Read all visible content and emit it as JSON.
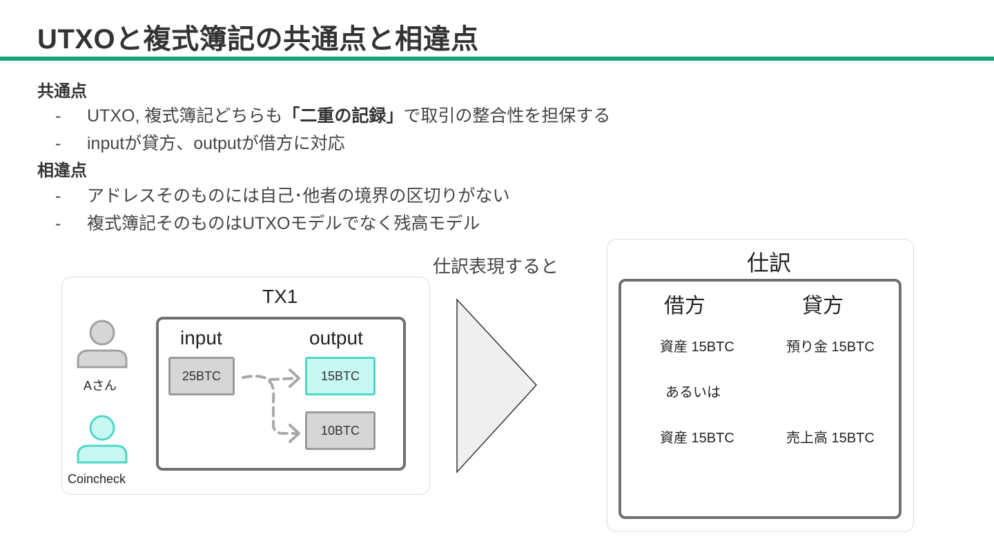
{
  "title": "UTXOと複式簿記の共通点と相違点",
  "sections": {
    "common": {
      "heading": "共通点",
      "items": [
        {
          "before": "UTXO, 複式簿記どちらも",
          "bold": "「二重の記録」",
          "after": "で取引の整合性を担保する"
        },
        {
          "before": "inputが貸方、outputが借方に対応",
          "bold": "",
          "after": ""
        }
      ]
    },
    "differences": {
      "heading": "相違点",
      "items": [
        {
          "before": "アドレスそのものには自己･他者の境界の区切りがない",
          "bold": "",
          "after": ""
        },
        {
          "before": "複式簿記そのものはUTXOモデルでなく残高モデル",
          "bold": "",
          "after": ""
        }
      ]
    }
  },
  "bullet_dash": "-",
  "diagram": {
    "tx_title": "TX1",
    "input_label": "input",
    "output_label": "output",
    "input_value": "25BTC",
    "outputs": [
      "15BTC",
      "10BTC"
    ],
    "users": [
      "Aさん",
      "Coincheck"
    ],
    "colors": {
      "accent": "#12a57a",
      "teal_fill": "#c7f8f1",
      "teal_stroke": "#4fd7c7",
      "gray_fill": "#d6d6d6"
    }
  },
  "transition_note": "仕訳表現すると",
  "journal": {
    "title": "仕訳",
    "debit_header": "借方",
    "credit_header": "貸方",
    "entries": [
      {
        "debit": "資産 15BTC",
        "credit": "預り金 15BTC"
      },
      {
        "debit": "資産 15BTC",
        "credit": "売上高 15BTC"
      }
    ],
    "or_label": "あるいは"
  }
}
